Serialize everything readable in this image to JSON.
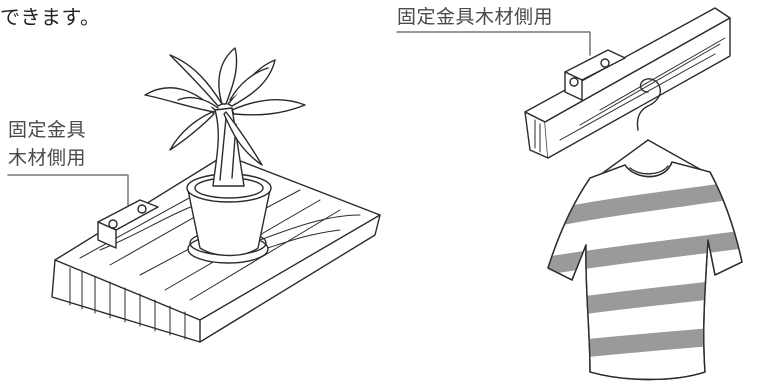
{
  "caption": "できます。",
  "left_label": {
    "line1": "固定金具",
    "line2": "木材側用"
  },
  "right_label": "固定金具木材側用",
  "colors": {
    "line": "#2b2b2b",
    "label_text": "#4a4a4a",
    "leader": "#777777",
    "stripe": "#9a9a9a"
  }
}
